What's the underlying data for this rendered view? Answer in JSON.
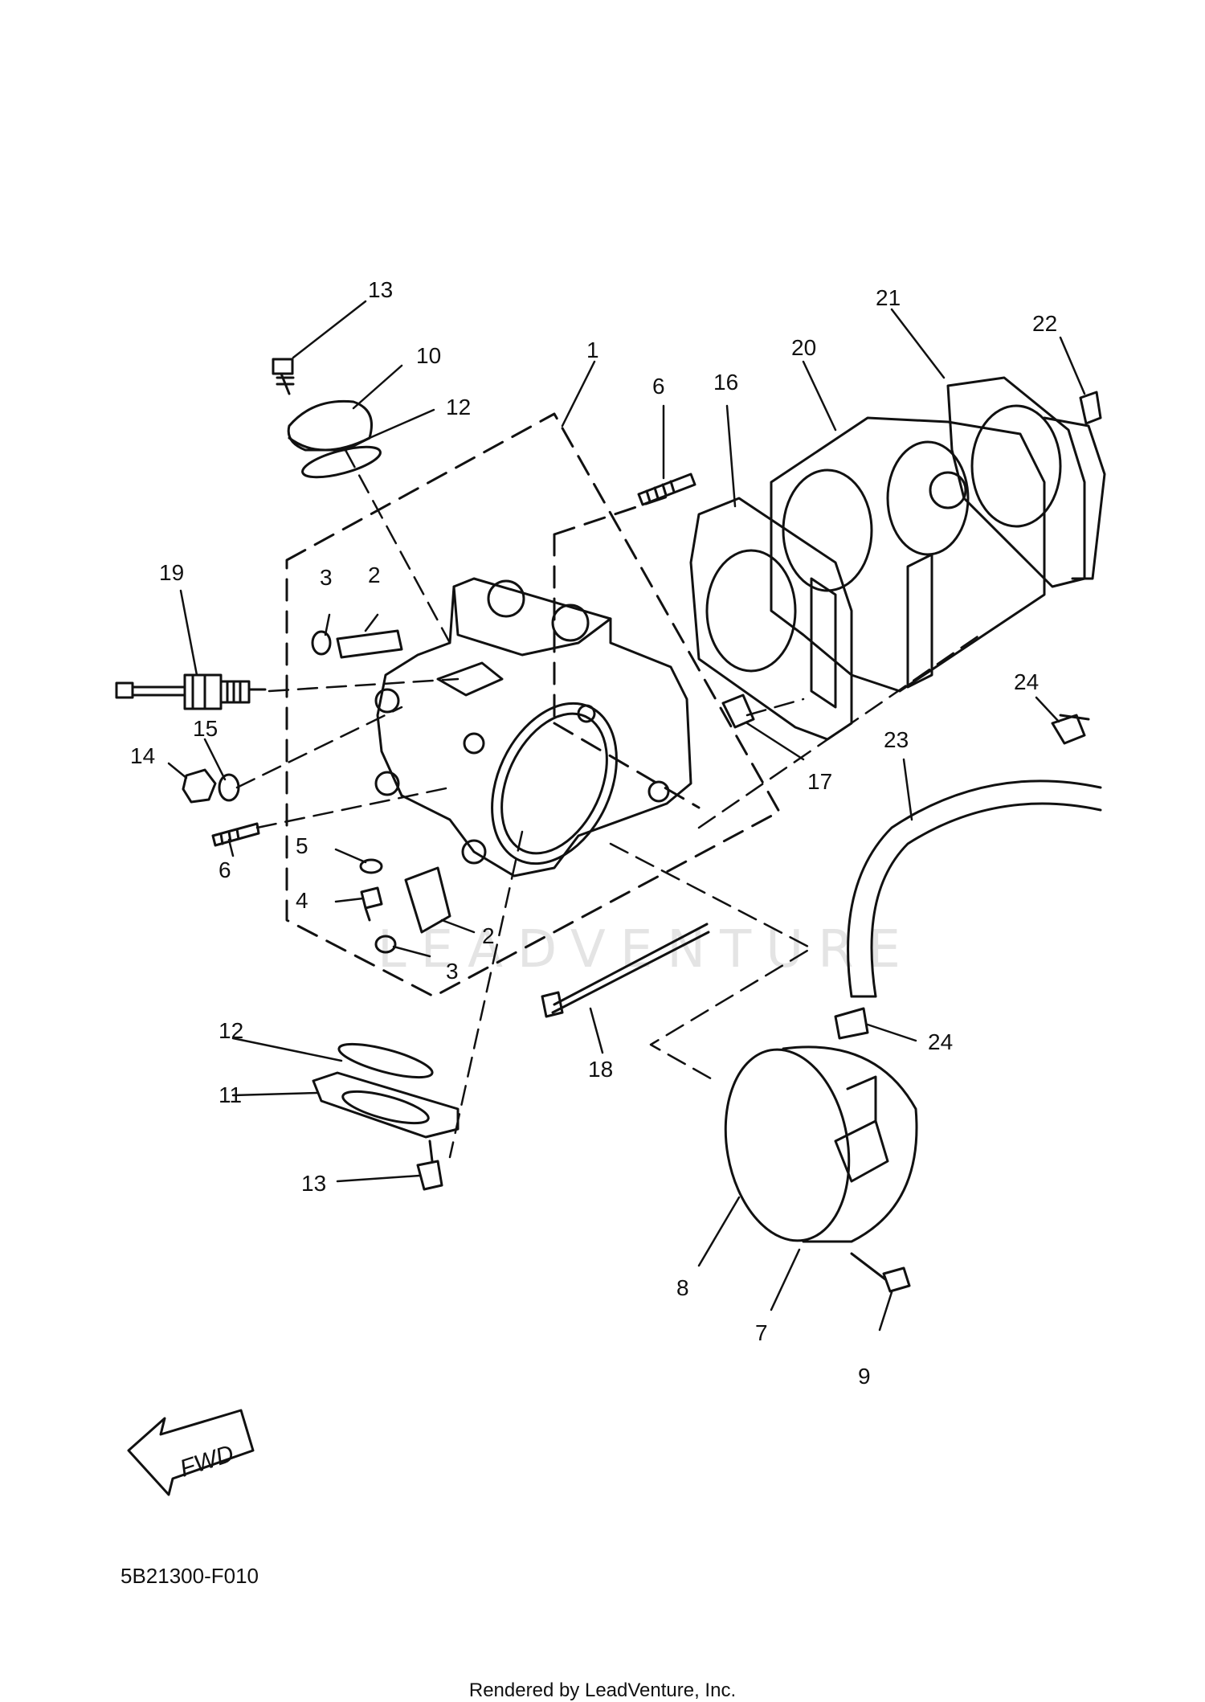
{
  "callouts": [
    {
      "id": "callout-13a",
      "text": "13"
    },
    {
      "id": "callout-10",
      "text": "10"
    },
    {
      "id": "callout-12a",
      "text": "12"
    },
    {
      "id": "callout-1",
      "text": "1"
    },
    {
      "id": "callout-6a",
      "text": "6"
    },
    {
      "id": "callout-16",
      "text": "16"
    },
    {
      "id": "callout-20",
      "text": "20"
    },
    {
      "id": "callout-21",
      "text": "21"
    },
    {
      "id": "callout-22",
      "text": "22"
    },
    {
      "id": "callout-19",
      "text": "19"
    },
    {
      "id": "callout-3a",
      "text": "3"
    },
    {
      "id": "callout-2a",
      "text": "2"
    },
    {
      "id": "callout-15",
      "text": "15"
    },
    {
      "id": "callout-14",
      "text": "14"
    },
    {
      "id": "callout-6b",
      "text": "6"
    },
    {
      "id": "callout-5",
      "text": "5"
    },
    {
      "id": "callout-4",
      "text": "4"
    },
    {
      "id": "callout-2b",
      "text": "2"
    },
    {
      "id": "callout-3b",
      "text": "3"
    },
    {
      "id": "callout-17",
      "text": "17"
    },
    {
      "id": "callout-24a",
      "text": "24"
    },
    {
      "id": "callout-23",
      "text": "23"
    },
    {
      "id": "callout-18",
      "text": "18"
    },
    {
      "id": "callout-24b",
      "text": "24"
    },
    {
      "id": "callout-12b",
      "text": "12"
    },
    {
      "id": "callout-11",
      "text": "11"
    },
    {
      "id": "callout-13b",
      "text": "13"
    },
    {
      "id": "callout-8",
      "text": "8"
    },
    {
      "id": "callout-7",
      "text": "7"
    },
    {
      "id": "callout-9",
      "text": "9"
    }
  ],
  "fwd_label": "FWD",
  "drawing_number": "5B21300-F010",
  "footer": "Rendered by LeadVenture, Inc.",
  "watermark": "LEADVENTURE"
}
